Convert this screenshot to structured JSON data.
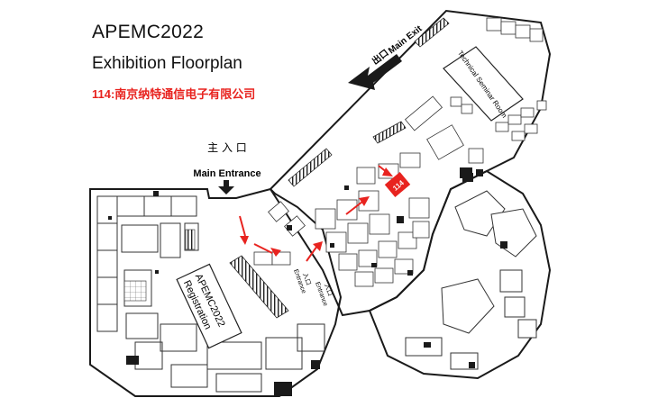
{
  "header": {
    "title": "APEMC2022",
    "subtitle": "Exhibition Floorplan",
    "booth_note": "114:南京纳特通信电子有限公司",
    "booth_note_color": "#e8231f"
  },
  "labels": {
    "main_entrance_cn": "主 入 口",
    "main_entrance_en": "Main Entrance",
    "main_exit_cn": "出口",
    "main_exit_en": "Main Exit",
    "technical_seminar": "Technical Seminar Room",
    "registration_1": "APEMC2022",
    "registration_2": "Registration",
    "entrance_cn": "入口",
    "entrance_en": "Entrance",
    "highlight_booth": "114"
  },
  "colors": {
    "accent_red": "#e8231f",
    "wall": "#1a1a1a",
    "fill_gray": "#9a9a9a"
  },
  "icons": {
    "exit_arrow": "arrow-icon",
    "entrance_arrow": "arrow-down-icon",
    "direction_arrows": "red-arrow-icon"
  }
}
